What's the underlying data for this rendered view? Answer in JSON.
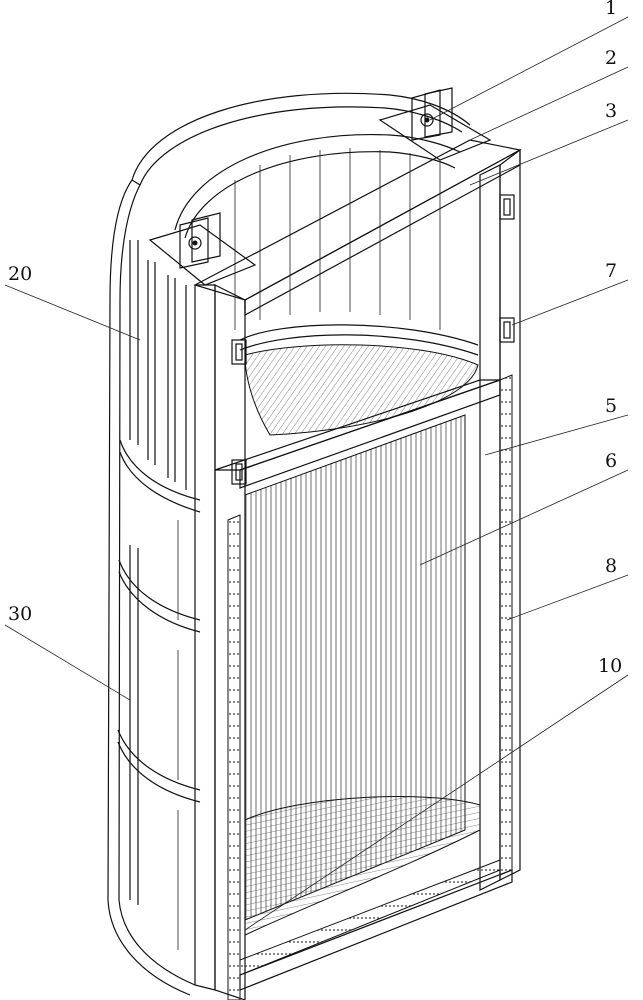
{
  "figure": {
    "callouts": [
      {
        "id": "1",
        "text": "1"
      },
      {
        "id": "2",
        "text": "2"
      },
      {
        "id": "3",
        "text": "3"
      },
      {
        "id": "7",
        "text": "7"
      },
      {
        "id": "5",
        "text": "5"
      },
      {
        "id": "6",
        "text": "6"
      },
      {
        "id": "8",
        "text": "8"
      },
      {
        "id": "10",
        "text": "10"
      },
      {
        "id": "20",
        "text": "20"
      },
      {
        "id": "30",
        "text": "30"
      }
    ]
  }
}
